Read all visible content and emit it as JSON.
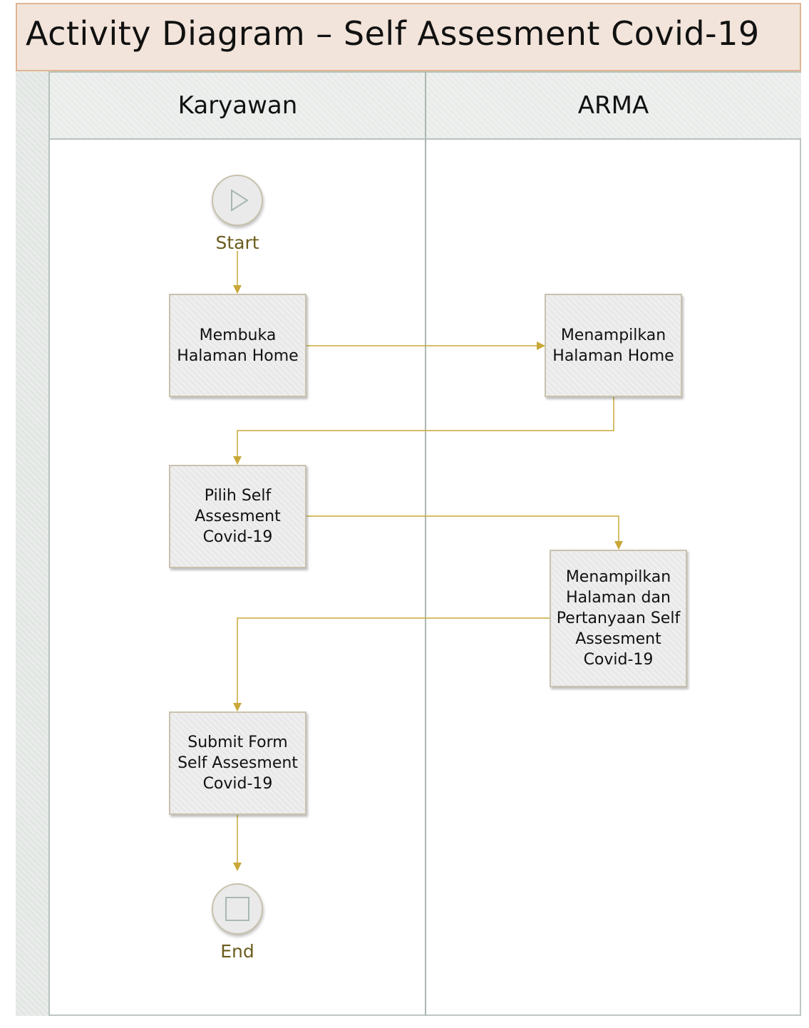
{
  "title": "Activity Diagram – Self Assesment Covid-19",
  "lanes": [
    {
      "label": "Karyawan"
    },
    {
      "label": "ARMA"
    }
  ],
  "start": {
    "label": "Start",
    "icon": "play-triangle-icon"
  },
  "end": {
    "label": "End",
    "icon": "stop-square-icon"
  },
  "activities": {
    "open_home": "Membuka\nHalaman Home",
    "show_home": "Menampilkan\nHalaman Home",
    "choose_assessment": "Pilih Self\nAssesment\nCovid-19",
    "show_questions": "Menampilkan\nHalaman dan\nPertanyaan Self\nAssesment\nCovid-19",
    "submit_form": "Submit Form\nSelf Assesment\nCovid-19"
  },
  "colors": {
    "connector": "#c9a838",
    "title_background": "#f2e4da",
    "event_label": "#6b5d1e"
  }
}
